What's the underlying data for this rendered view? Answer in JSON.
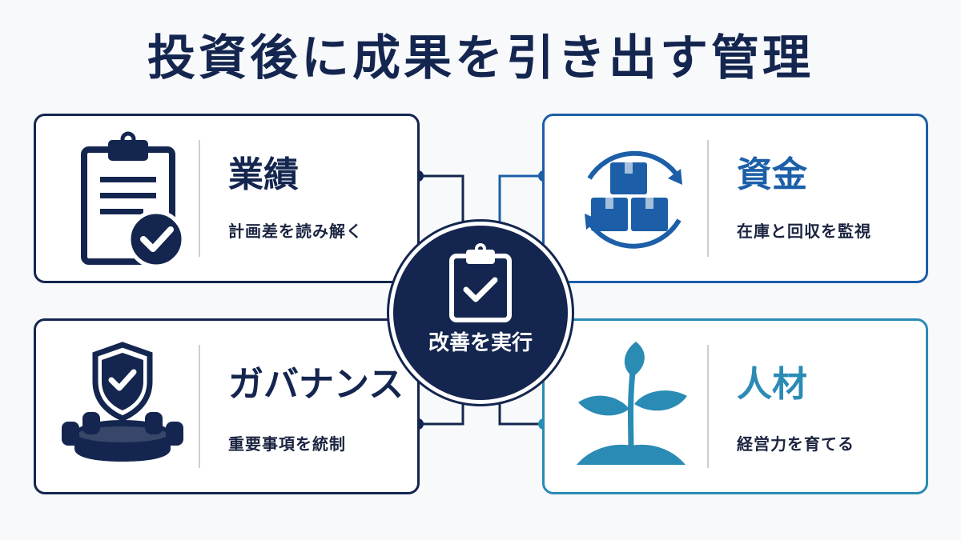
{
  "title": "投資後に成果を引き出す管理",
  "colors": {
    "navy": "#14264f",
    "blue": "#1c5fa8",
    "teal": "#2a8bb5",
    "divider": "#c9cfd8"
  },
  "hub": {
    "label": "改善を実行",
    "icon": "clipboard-check-icon"
  },
  "cards": {
    "performance": {
      "heading": "業績",
      "sub": "計画差を読み解く",
      "icon": "clipboard-check-icon"
    },
    "funds": {
      "heading": "資金",
      "sub": "在庫と回収を監視",
      "icon": "boxes-cycle-icon"
    },
    "governance": {
      "heading": "ガバナンス",
      "sub": "重要事項を統制",
      "icon": "shield-boardroom-icon"
    },
    "talent": {
      "heading": "人材",
      "sub": "経営力を育てる",
      "icon": "sprout-icon"
    }
  }
}
